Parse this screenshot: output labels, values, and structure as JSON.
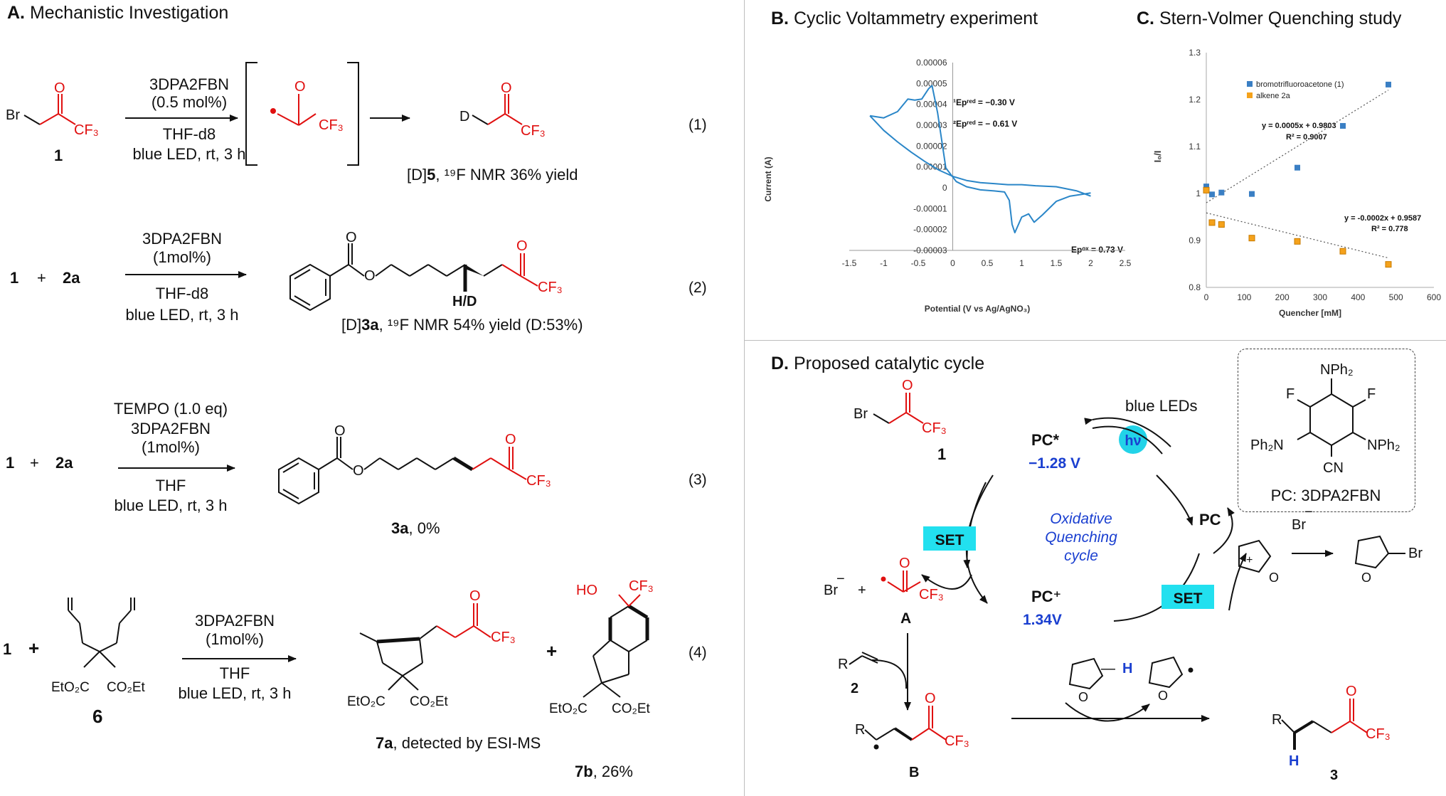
{
  "panels": {
    "A_letter": "A.",
    "A_title": "Mechanistic Investigation",
    "B_letter": "B.",
    "B_title": "Cyclic Voltammetry experiment",
    "C_letter": "C.",
    "C_title": "Stern-Volmer Quenching study",
    "D_letter": "D.",
    "D_title": "Proposed catalytic cycle"
  },
  "reactions": {
    "r1": {
      "number": "(1)",
      "reagent_top1": "3DPA2FBN",
      "reagent_top2": "(0.5 mol%)",
      "reagent_bot1": "THF-d8",
      "reagent_bot2": "blue LED, rt, 3 h",
      "substrate_label": "1",
      "result_prefix": "[D]",
      "result_bold": "5",
      "result_suffix": ", ¹⁹F NMR 36% yield"
    },
    "r2": {
      "number": "(2)",
      "reactant1": "1",
      "plus": "+",
      "reactant2": "2a",
      "reagent_top1": "3DPA2FBN",
      "reagent_top2": "(1mol%)",
      "reagent_bot1": "THF-d8",
      "reagent_bot2": "blue LED, rt, 3 h",
      "hd_label": "H/D",
      "result_prefix": "[D]",
      "result_bold": "3a",
      "result_suffix": ", ¹⁹F NMR 54% yield (D:53%)"
    },
    "r3": {
      "number": "(3)",
      "reactant1": "1",
      "plus": "+",
      "reactant2": "2a",
      "reagent_top0": "TEMPO (1.0 eq)",
      "reagent_top1": "3DPA2FBN",
      "reagent_top2": "(1mol%)",
      "reagent_bot1": "THF",
      "reagent_bot2": "blue LED, rt, 3 h",
      "result_bold": "3a",
      "result_suffix": ", 0%"
    },
    "r4": {
      "number": "(4)",
      "reactant1": "1",
      "plus": "+",
      "substrate_label": "6",
      "reagent_top1": "3DPA2FBN",
      "reagent_top2": "(1mol%)",
      "reagent_bot1": "THF",
      "reagent_bot2": "blue LED, rt, 3 h",
      "product_a_bold": "7a",
      "product_a_suffix": ", detected by ESI-MS",
      "product_b_bold": "7b",
      "product_b_suffix": ", 26%"
    }
  },
  "cv_chart": {
    "ylabel": "Current (A)",
    "xlabel": "Potential (V vs Ag/AgNO₃)",
    "annot_ep1": "¹Epʳᵉᵈ = −0.30 V",
    "annot_ep2": "²Epʳᵉᵈ = − 0.61 V",
    "annot_epox": "Epᵒˣ = 0.73 V"
  },
  "sv_chart": {
    "ylabel": "I₀/I",
    "xlabel": "Quencher [mM]",
    "legend1": "bromotrifluoroacetone (1)",
    "legend2": "alkene 2a",
    "fit1_eq": "y = 0.0005x + 0.9803",
    "fit1_r2": "R² = 0.9007",
    "fit2_eq": "y = -0.0002x + 0.9587",
    "fit2_r2": "R² = 0.778",
    "color1": "#3a7fc4",
    "color2": "#f5a21b"
  },
  "chart_data": [
    {
      "type": "line",
      "xlim": [
        -1.5,
        2.5
      ],
      "ylim": [
        -3e-05,
        6e-05
      ],
      "xticks": [
        "-1.5",
        "-1",
        "-0.5",
        "0",
        "0.5",
        "1",
        "1.5",
        "2",
        "2.5"
      ],
      "yticks": [
        "0.00006",
        "0.00005",
        "0.00004",
        "0.00003",
        "0.00002",
        "0.00001",
        "0",
        "-0.00001",
        "-0.00002",
        "-0.00003"
      ],
      "series": [
        {
          "x": [
            -1.2,
            -1.0,
            -0.8,
            -0.65,
            -0.55,
            -0.45,
            -0.35,
            -0.3,
            -0.22,
            -0.1,
            0.05,
            0.2,
            0.4,
            0.6,
            0.75,
            0.82,
            0.86,
            0.9,
            1.0,
            1.1,
            1.18,
            1.3,
            1.5,
            1.7,
            2.0
          ],
          "y": [
            3.45e-05,
            3.35e-05,
            3.65e-05,
            4.25e-05,
            4.2e-05,
            4.25e-05,
            4.75e-05,
            4.9e-05,
            3.6e-05,
            9.5e-06,
            3e-06,
            5e-07,
            -1e-06,
            -1.5e-06,
            -2e-06,
            -6e-06,
            -1.75e-05,
            -2.15e-05,
            -1.4e-05,
            -1.25e-05,
            -1.65e-05,
            -1.3e-05,
            -6.5e-06,
            -4e-06,
            -2.5e-06
          ]
        },
        {
          "x": [
            2.0,
            1.8,
            1.5,
            1.2,
            1.0,
            0.8,
            0.6,
            0.4,
            0.2,
            0.0,
            -0.2,
            -0.4,
            -0.6,
            -0.8,
            -1.0,
            -1.2
          ],
          "y": [
            -4e-06,
            -1.5e-06,
            5e-07,
            1e-06,
            1.5e-06,
            1.5e-06,
            2e-06,
            2.5e-06,
            3.5e-06,
            5.5e-06,
            8.5e-06,
            1.25e-05,
            1.7e-05,
            2.2e-05,
            2.75e-05,
            3.45e-05
          ]
        }
      ]
    },
    {
      "type": "scatter",
      "xlim": [
        0,
        600
      ],
      "ylim": [
        0.8,
        1.3
      ],
      "xticks": [
        "0",
        "100",
        "200",
        "300",
        "400",
        "500",
        "600"
      ],
      "yticks": [
        "1.3",
        "1.2",
        "1.1",
        "1",
        "0.9",
        "0.8"
      ],
      "series": [
        {
          "name": "bromotrifluoroacetone (1)",
          "x": [
            0,
            15,
            40,
            120,
            240,
            360,
            480
          ],
          "y": [
            1.015,
            0.998,
            1.002,
            0.999,
            1.055,
            1.144,
            1.232
          ]
        },
        {
          "name": "alkene 2a",
          "x": [
            0,
            15,
            40,
            120,
            240,
            360,
            480
          ],
          "y": [
            1.007,
            0.938,
            0.934,
            0.905,
            0.898,
            0.877,
            0.849
          ]
        }
      ]
    }
  ],
  "cycle": {
    "br_label": "Br",
    "cf3": "CF₃",
    "pc_star": "PC*",
    "pc_star_pot": "−1.28 V",
    "hv": "hν",
    "blue_leds": "blue LEDs",
    "pc": "PC",
    "pc_plus": "PC⁺",
    "pc_plus_pot": "1.34V",
    "set": "SET",
    "cycle_line1": "Oxidative",
    "cycle_line2": "Quenching",
    "cycle_line3": "cycle",
    "label_1": "1",
    "label_2": "2",
    "label_3": "3",
    "label_A": "A",
    "label_B": "B",
    "br_minus": "Br",
    "pc_name": "PC: 3DPA2FBN",
    "r_label": "R",
    "h_label": "H",
    "o_label": "O"
  }
}
